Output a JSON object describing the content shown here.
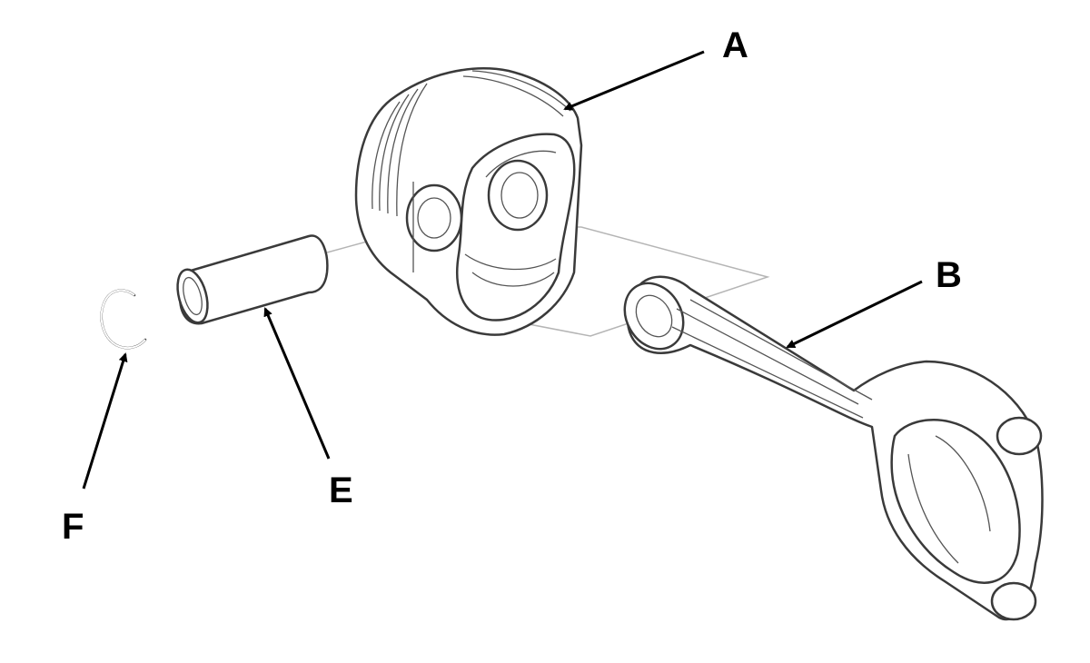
{
  "callouts": {
    "a": "A",
    "b": "B",
    "e": "E",
    "f": "F"
  },
  "colors": {
    "line": "#3a3a3a",
    "ghost": "#b5b5b5",
    "label": "#000000",
    "background": "#ffffff"
  }
}
